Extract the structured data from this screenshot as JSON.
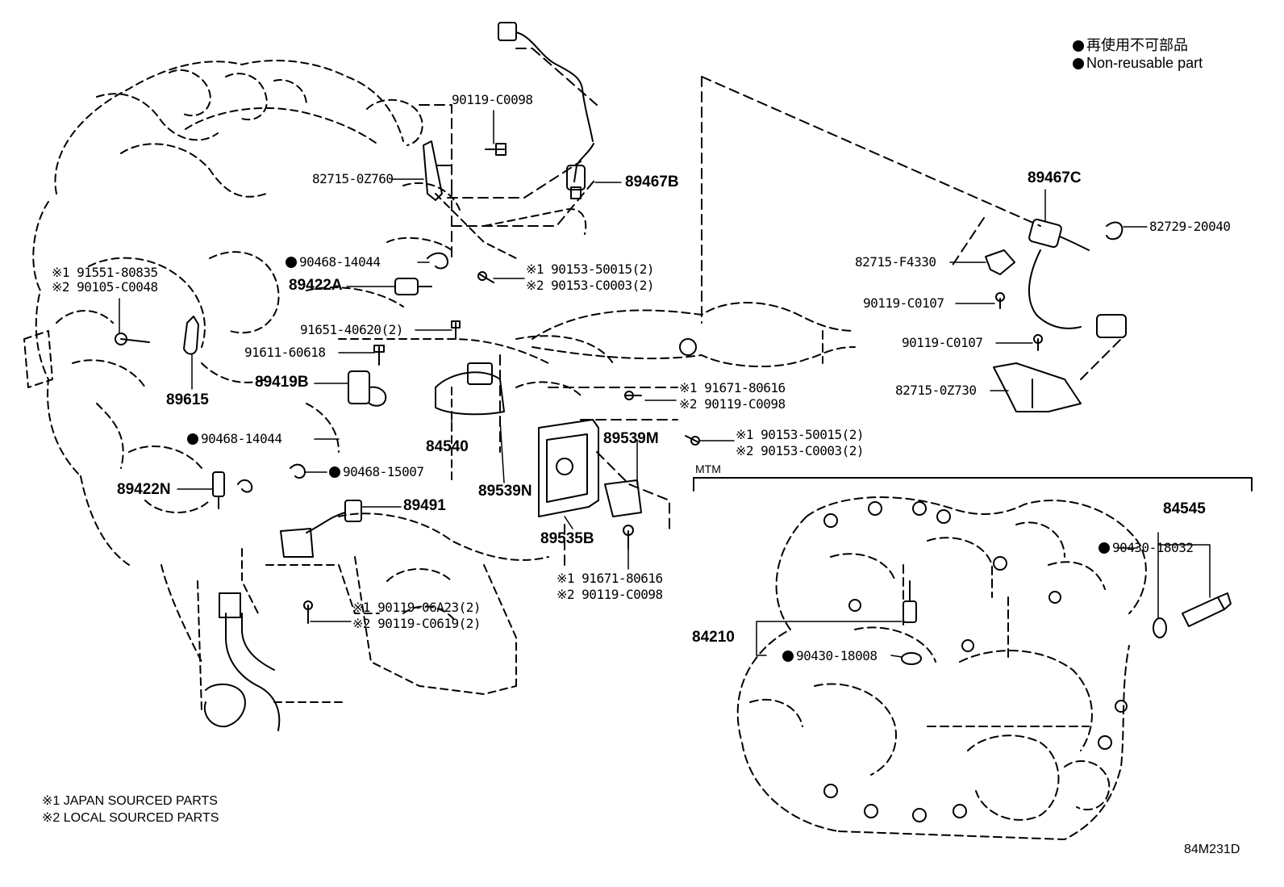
{
  "legend": {
    "jp": "再使用不可部品",
    "en": "Non-reusable part"
  },
  "section_label": "MTM",
  "notes": {
    "n1": "※1 JAPAN SOURCED PARTS",
    "n2": "※2 LOCAL SOURCED PARTS"
  },
  "drawing_code": "84M231D",
  "parts": {
    "p_90119_C0098_top": "90119-C0098",
    "p_82715_0Z760": "82715-0Z760",
    "p_89467B": "89467B",
    "p_89467C": "89467C",
    "p_82729_20040": "82729-20040",
    "p_82715_F4330": "82715-F4330",
    "p_90119_C0107_a": "90119-C0107",
    "p_90119_C0107_b": "90119-C0107",
    "p_82715_0Z730": "82715-0Z730",
    "p_90468_14044_a": "90468-14044",
    "p_91551_80835": "※1 91551-80835",
    "p_90105_C0048": "※2 90105-C0048",
    "p_89422A": "89422A",
    "p_90153_50015_a": "※1 90153-50015(2)",
    "p_90153_C0003_a": "※2 90153-C0003(2)",
    "p_91651_40620": "91651-40620(2)",
    "p_91611_60618": "91611-60618",
    "p_89615": "89615",
    "p_89419B": "89419B",
    "p_91671_80616_a": "※1 91671-80616",
    "p_90119_C0098_a": "※2 90119-C0098",
    "p_90153_50015_b": "※1 90153-50015(2)",
    "p_90153_C0003_b": "※2 90153-C0003(2)",
    "p_89539M": "89539M",
    "p_90468_14044_b": "90468-14044",
    "p_84540": "84540",
    "p_90468_15007": "90468-15007",
    "p_89422N": "89422N",
    "p_89491": "89491",
    "p_89539N": "89539N",
    "p_89535B": "89535B",
    "p_91671_80616_b": "※1 91671-80616",
    "p_90119_C0098_b": "※2 90119-C0098",
    "p_90119_06A23": "※1 90119-06A23(2)",
    "p_90119_C0619": "※2 90119-C0619(2)",
    "p_84545": "84545",
    "p_90430_18032": "90430-18032",
    "p_84210": "84210",
    "p_90430_18008": "90430-18008"
  }
}
